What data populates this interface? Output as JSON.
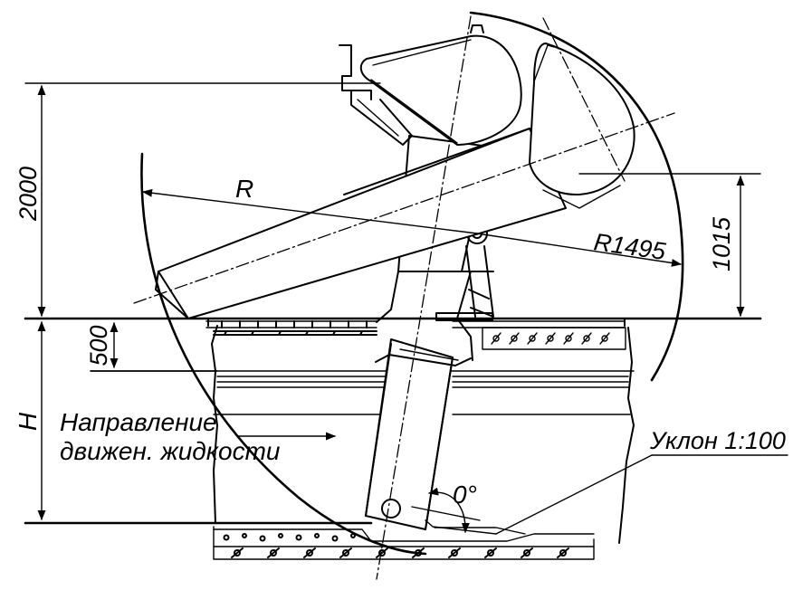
{
  "labels": {
    "dim_top": "2000",
    "dim_right": "1015",
    "dim_gap": "500",
    "dim_depth": "H",
    "radius_large": "R",
    "radius_small": "R1495",
    "flow_line1": "Направление",
    "flow_line2": "движен. жидкости",
    "slope": "Уклон 1:100",
    "angle": "0°"
  }
}
